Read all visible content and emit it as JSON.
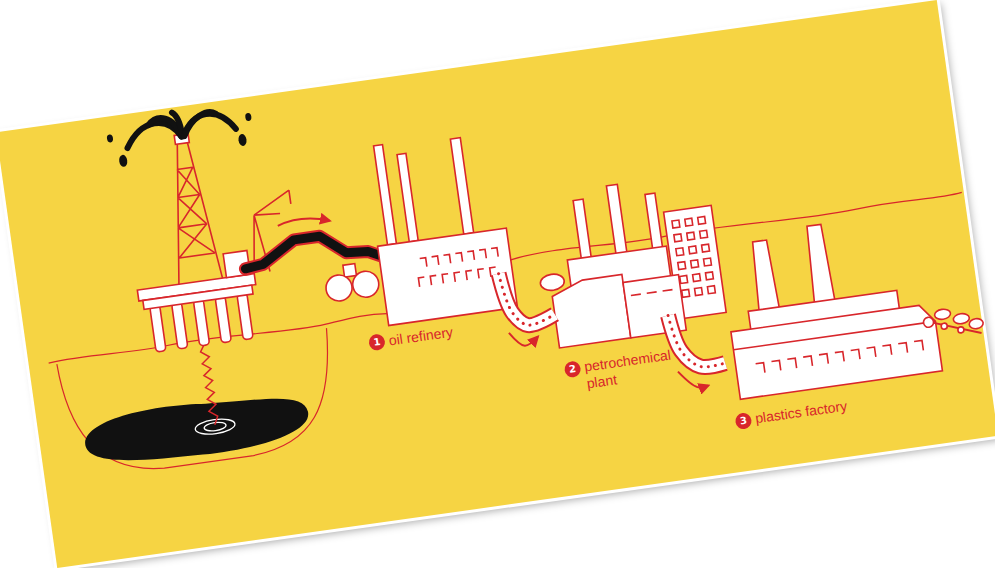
{
  "diagram": {
    "nodes": [
      {
        "text": [
          "oil refinery"
        ]
      },
      {
        "text": [
          "petrochemical plant"
        ]
      },
      {
        "text": [
          "plastics factory"
        ]
      }
    ],
    "edges": [
      {
        "from": 0,
        "to": 1,
        "arrow": "to"
      },
      {
        "from": 1,
        "to": 2,
        "arrow": "to"
      }
    ],
    "labels": [
      "1",
      "2",
      "3"
    ]
  }
}
